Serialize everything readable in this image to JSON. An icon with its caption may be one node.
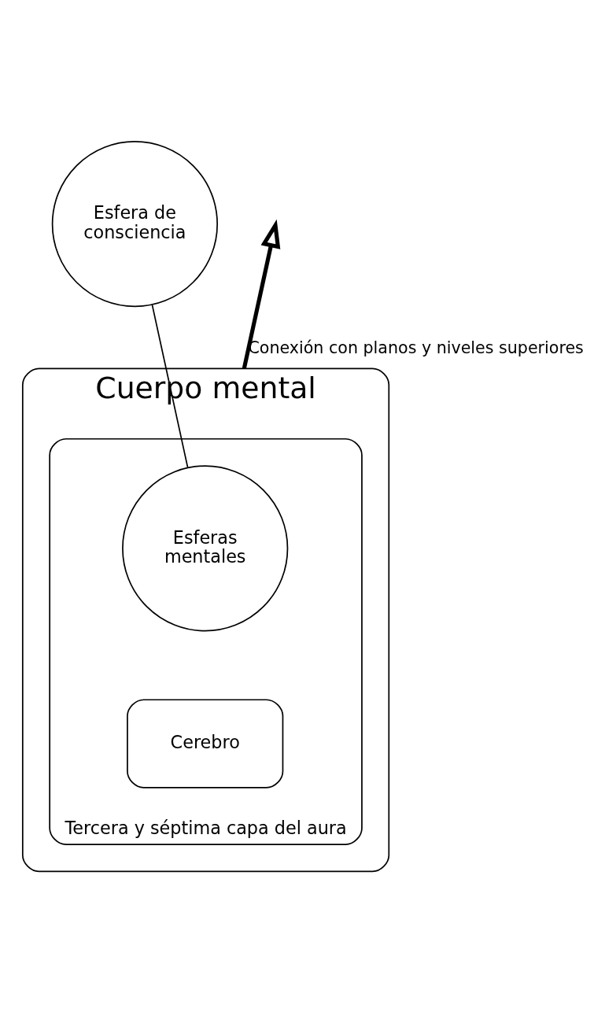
{
  "diagram": {
    "nodes": [
      {
        "text": [
          "Esfera de consciencia"
        ]
      },
      {
        "text": [
          "Cuerpo mental"
        ]
      },
      {
        "text": [
          "Tercera y séptima capa del aura"
        ],
        "in": 1
      },
      {
        "text": [
          "Esferas mentales"
        ],
        "in": 2
      },
      {
        "text": [
          "Cerebro"
        ],
        "in": 2
      }
    ],
    "edges": [
      {
        "from": 0,
        "to": 3,
        "arrow": "none"
      },
      {
        "from": 1,
        "to": null,
        "arrow": "to",
        "style": "thick",
        "label": "Conexión con planos y niveles superiores"
      }
    ]
  }
}
